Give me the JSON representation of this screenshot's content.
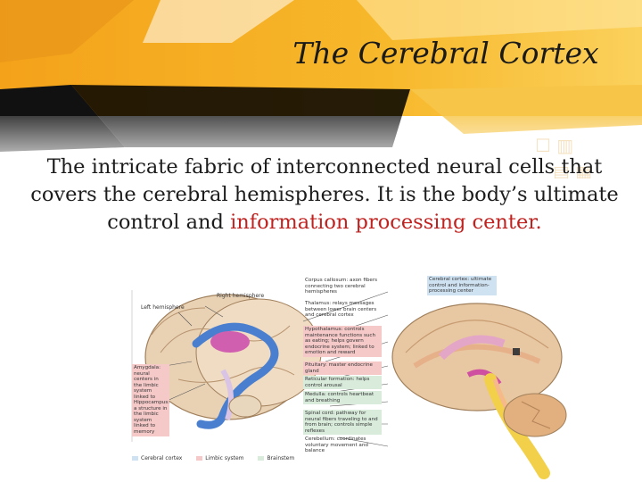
{
  "slide": {
    "title": "The Cerebral Cortex",
    "body_before": "The intricate fabric of interconnected neural cells that covers the cerebral hemispheres. It is the body’s ultimate control and ",
    "body_highlight": "information processing center.",
    "highlight_color": "#c0221f",
    "accent_color": "#f3b21e"
  },
  "figure": {
    "left_labels": {
      "right_hemisphere": "Right hemisphere",
      "left_hemisphere": "Left hemisphere",
      "amygdala": "Amygdala: neural centers in the limbic system linked to emotion",
      "hippocampus": "Hippocampus: a structure in the limbic system linked to memory"
    },
    "mid_labels": {
      "corpus_callosum": "Corpus callosum: axon fibers connecting two cerebral hemispheres",
      "thalamus": "Thalamus: relays messages between lower brain centers and cerebral cortex",
      "hypothalamus": "Hypothalamus: controls maintenance functions such as eating; helps govern endocrine system; linked to emotion and reward",
      "pituitary": "Pituitary: master endocrine gland",
      "reticular": "Reticular formation: helps control arousal",
      "medulla": "Medulla: controls heartbeat and breathing",
      "spinal_cord": "Spinal cord: pathway for neural fibers traveling to and from brain; controls simple reflexes",
      "cerebellum": "Cerebellum: coordinates voluntary movement and balance"
    },
    "cortex_label": "Cerebral cortex: ultimate control and information-processing center",
    "legend": [
      "Cerebral cortex",
      "Limbic system",
      "Brainstem"
    ],
    "legend_colors": [
      "#cfe2f2",
      "#f6c9c9",
      "#d9ecdc"
    ]
  }
}
